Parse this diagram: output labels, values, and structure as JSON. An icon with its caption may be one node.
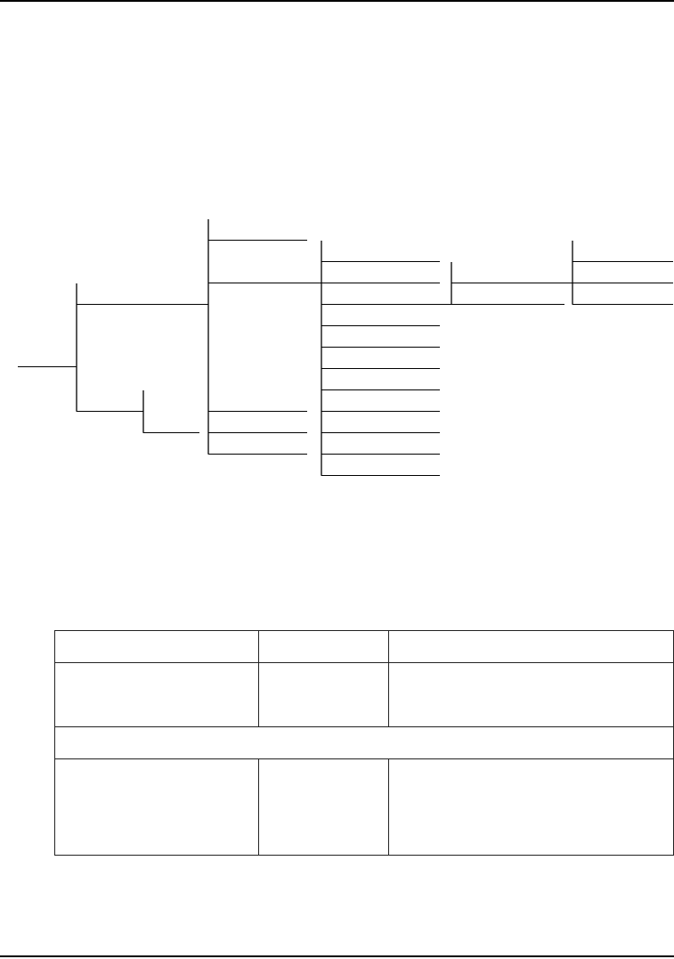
{
  "diagram": {
    "nodes": [
      {
        "text": [],
        "shape": "line"
      },
      {
        "text": [],
        "shape": "line"
      },
      {
        "text": [],
        "shape": "line"
      },
      {
        "text": [],
        "shape": "line"
      },
      {
        "text": [],
        "shape": "line"
      },
      {
        "text": [],
        "shape": "line"
      },
      {
        "text": [],
        "shape": "line"
      },
      {
        "text": [],
        "shape": "line"
      },
      {
        "text": [],
        "shape": "line"
      },
      {
        "text": [],
        "shape": "line"
      },
      {
        "text": [],
        "shape": "line"
      },
      {
        "text": [],
        "shape": "line"
      },
      {
        "text": [],
        "shape": "line"
      },
      {
        "text": [],
        "shape": "line"
      },
      {
        "text": [],
        "shape": "line"
      },
      {
        "text": [],
        "shape": "line"
      },
      {
        "text": [],
        "shape": "line"
      },
      {
        "text": [],
        "shape": "line"
      },
      {
        "text": [],
        "shape": "line"
      },
      {
        "text": [],
        "shape": "line"
      },
      {
        "text": [],
        "shape": "line"
      },
      {
        "text": [],
        "shape": "line"
      },
      {
        "text": [],
        "shape": "line"
      },
      {
        "text": [],
        "shape": "line"
      },
      {
        "text": [],
        "shape": "line"
      }
    ],
    "edges": [
      {
        "from": 0,
        "to": 1,
        "arrow": "none"
      },
      {
        "from": 0,
        "to": 23,
        "arrow": "none"
      },
      {
        "from": 1,
        "to": 2,
        "arrow": "none"
      },
      {
        "from": 1,
        "to": 3,
        "arrow": "none"
      },
      {
        "from": 1,
        "to": 20,
        "arrow": "none"
      },
      {
        "from": 1,
        "to": 21,
        "arrow": "none"
      },
      {
        "from": 1,
        "to": 22,
        "arrow": "none"
      },
      {
        "from": 3,
        "to": 4,
        "arrow": "none"
      },
      {
        "from": 3,
        "to": 5,
        "arrow": "none"
      },
      {
        "from": 3,
        "to": 6,
        "arrow": "none"
      },
      {
        "from": 3,
        "to": 12,
        "arrow": "none"
      },
      {
        "from": 3,
        "to": 13,
        "arrow": "none"
      },
      {
        "from": 3,
        "to": 14,
        "arrow": "none"
      },
      {
        "from": 3,
        "to": 15,
        "arrow": "none"
      },
      {
        "from": 3,
        "to": 16,
        "arrow": "none"
      },
      {
        "from": 3,
        "to": 17,
        "arrow": "none"
      },
      {
        "from": 3,
        "to": 18,
        "arrow": "none"
      },
      {
        "from": 3,
        "to": 19,
        "arrow": "none"
      },
      {
        "from": 6,
        "to": 7,
        "arrow": "none"
      },
      {
        "from": 6,
        "to": 11,
        "arrow": "none"
      },
      {
        "from": 7,
        "to": 8,
        "arrow": "none"
      },
      {
        "from": 7,
        "to": 9,
        "arrow": "none"
      },
      {
        "from": 7,
        "to": 10,
        "arrow": "none"
      },
      {
        "from": 23,
        "to": 24,
        "arrow": "none"
      }
    ]
  }
}
